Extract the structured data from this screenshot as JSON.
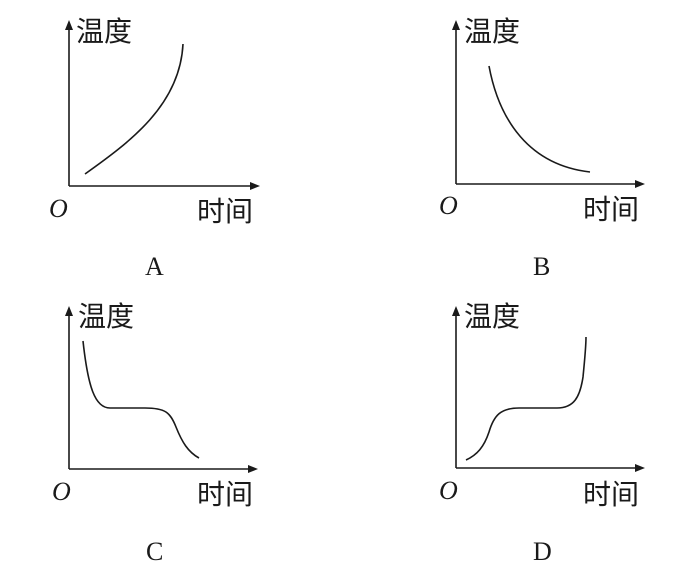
{
  "graphs": [
    {
      "letter": "A",
      "y_axis_label": "温度",
      "x_axis_label": "时间",
      "origin_label": "O",
      "trend": "temperature rises steadily, increasingly fast"
    },
    {
      "letter": "B",
      "y_axis_label": "温度",
      "x_axis_label": "时间",
      "origin_label": "O",
      "trend": "temperature falls quickly then levels off"
    },
    {
      "letter": "C",
      "y_axis_label": "温度",
      "x_axis_label": "时间",
      "origin_label": "O",
      "trend": "temperature falls, stays constant for a period, then falls again"
    },
    {
      "letter": "D",
      "y_axis_label": "温度",
      "x_axis_label": "时间",
      "origin_label": "O",
      "trend": "temperature rises, stays constant for a period, then rises again"
    }
  ],
  "colors": {
    "ink": "#1a1a1a",
    "background": "#ffffff"
  }
}
